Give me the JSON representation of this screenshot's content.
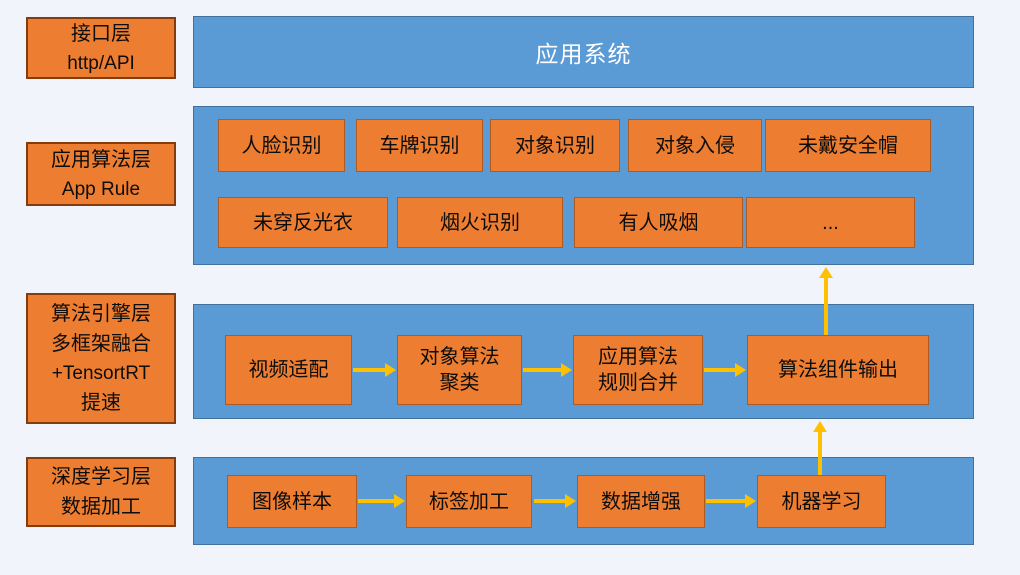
{
  "colors": {
    "background": "#F1F5FB",
    "panel_blue": "#5B9BD5",
    "panel_border": "#41719C",
    "box_orange": "#ED7D31",
    "box_border": "#AE5A21",
    "label_border": "#843C0C",
    "arrow_yellow": "#FFC000",
    "panel_text": "#FFFFFF",
    "box_text": "#0D0D0D"
  },
  "layers": [
    {
      "id": "interface-layer",
      "lines": [
        "接口层",
        "http/API"
      ]
    },
    {
      "id": "app-rule-layer",
      "lines": [
        "应用算法层",
        "App Rule"
      ]
    },
    {
      "id": "engine-layer",
      "lines": [
        "算法引擎层",
        "多框架融合",
        "+TensortRT",
        "提速"
      ]
    },
    {
      "id": "deep-learning-layer",
      "lines": [
        "深度学习层",
        "数据加工"
      ]
    }
  ],
  "panels": {
    "app_system": {
      "title": "应用系统"
    },
    "app_algorithms": {
      "row1": [
        "人脸识别",
        "车牌识别",
        "对象识别",
        "对象入侵",
        "未戴安全帽"
      ],
      "row2": [
        "未穿反光衣",
        "烟火识别",
        "有人吸烟",
        "..."
      ]
    },
    "engine": {
      "boxes": [
        "视频适配",
        "对象算法\n聚类",
        "应用算法\n规则合并",
        "算法组件输出"
      ]
    },
    "deep_learning": {
      "boxes": [
        "图像样本",
        "标签加工",
        "数据增强",
        "机器学习"
      ]
    }
  },
  "arrows": {
    "horizontal": [
      {
        "from": "视频适配",
        "to": "对象算法聚类"
      },
      {
        "from": "对象算法聚类",
        "to": "应用算法规则合并"
      },
      {
        "from": "应用算法规则合并",
        "to": "算法组件输出"
      },
      {
        "from": "图像样本",
        "to": "标签加工"
      },
      {
        "from": "标签加工",
        "to": "数据增强"
      },
      {
        "from": "数据增强",
        "to": "机器学习"
      }
    ],
    "vertical": [
      {
        "from": "算法组件输出",
        "to": "应用算法层面板"
      },
      {
        "from": "机器学习",
        "to": "算法组件输出"
      }
    ]
  }
}
